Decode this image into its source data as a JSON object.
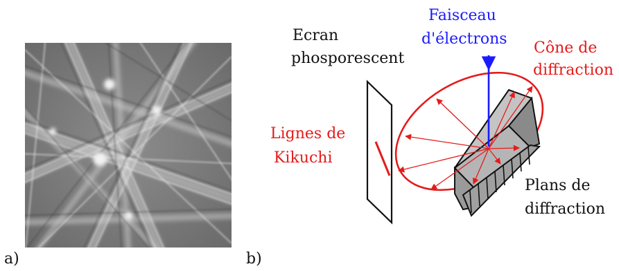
{
  "figure": {
    "panel_a_label": "a)",
    "panel_b_label": "b)"
  },
  "labels": {
    "beam_line1": "Faisceau",
    "beam_line2": "d'électrons",
    "screen_line1": "Ecran",
    "screen_line2": "phosporescent",
    "cone_line1": "Cône de",
    "cone_line2": "diffraction",
    "kikuchi_line1": "Lignes de",
    "kikuchi_line2": "Kikuchi",
    "planes_line1": "Plans de",
    "planes_line2": "diffraction"
  },
  "colors": {
    "beam": "#1a1aff",
    "diffraction": "#e41b1b",
    "crystal_face": "#b5b5b5",
    "crystal_side": "#8a8a8a"
  }
}
